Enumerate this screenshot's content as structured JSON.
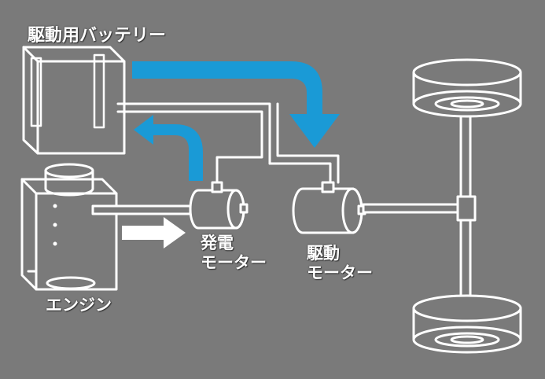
{
  "labels": {
    "battery": "駆動用バッテリー",
    "engine": "エンジン",
    "generator_line1": "発電",
    "generator_line2": "モーター",
    "drive_line1": "駆動",
    "drive_line2": "モーター"
  },
  "colors": {
    "background": "#7a7a7a",
    "stroke": "#ffffff",
    "flow_arrow": "#1a9ad6",
    "input_arrow": "#ffffff"
  }
}
